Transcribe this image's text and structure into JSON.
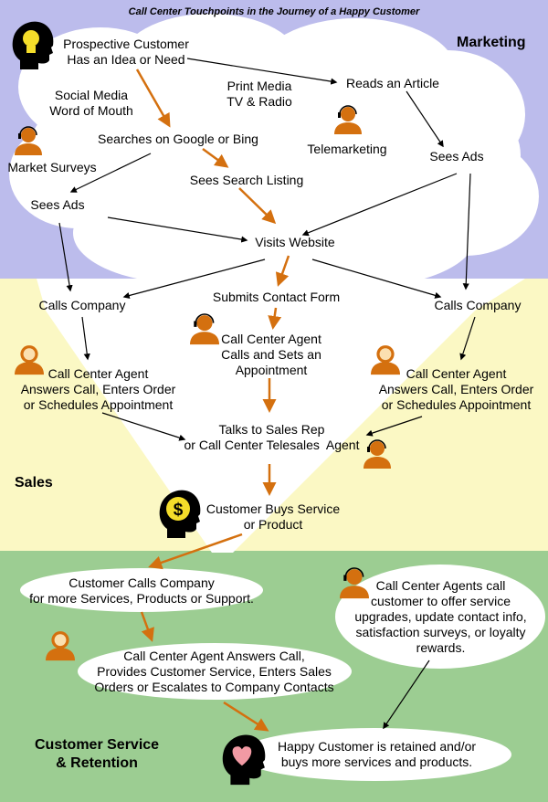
{
  "title": "Call Center Touchpoints in the Journey of a Happy Customer",
  "sections": {
    "marketing": "Marketing",
    "sales": "Sales",
    "service": "Customer Service\n& Retention"
  },
  "colors": {
    "marketing_bg": "#bcbcec",
    "sales_bg": "#fbf8c4",
    "service_bg": "#9ccd92",
    "arrow_orange": "#d4700f",
    "arrow_black": "#000000",
    "agent_orange": "#d4700f"
  },
  "nodes": {
    "prospect": "Prospective Customer\nHas an Idea or Need",
    "social": "Social Media\nWord of Mouth",
    "print": "Print Media\nTV & Radio",
    "reads_article": "Reads an Article",
    "searches": "Searches on Google or Bing",
    "telemarketing": "Telemarketing",
    "market_surveys": "Market Surveys",
    "sees_listing": "Sees Search Listing",
    "sees_ads_right": "Sees Ads",
    "sees_ads_left": "Sees Ads",
    "visits_website": "Visits Website",
    "calls_company_left": "Calls Company",
    "submits_form": "Submits Contact Form",
    "calls_company_right": "Calls Company",
    "agent_appointment": "Call Center Agent\nCalls and Sets an\nAppointment",
    "agent_answers_left": "Call Center Agent\nAnswers Call, Enters Order\nor Schedules Appointment",
    "agent_answers_right": "Call Center Agent\nAnswers Call, Enters Order\nor Schedules Appointment",
    "talks_sales": "Talks to Sales Rep\nor Call Center Telesales  Agent",
    "buys": "Customer Buys Service\nor Product",
    "customer_calls": "Customer Calls Company\nfor more Services, Products or Support.",
    "agents_call_customer": "Call Center Agents call\ncustomer to offer service\nupgrades, update contact info,\nsatisfaction surveys, or loyalty\nrewards.",
    "agent_answers_service": "Call Center Agent Answers Call,\nProvides Customer Service, Enters Sales\nOrders or Escalates to Company Contacts",
    "happy": "Happy Customer is retained and/or\nbuys more services and products."
  },
  "icons": [
    "lightbulb-head-icon",
    "agent-icon",
    "dollar-head-icon",
    "heart-head-icon"
  ]
}
